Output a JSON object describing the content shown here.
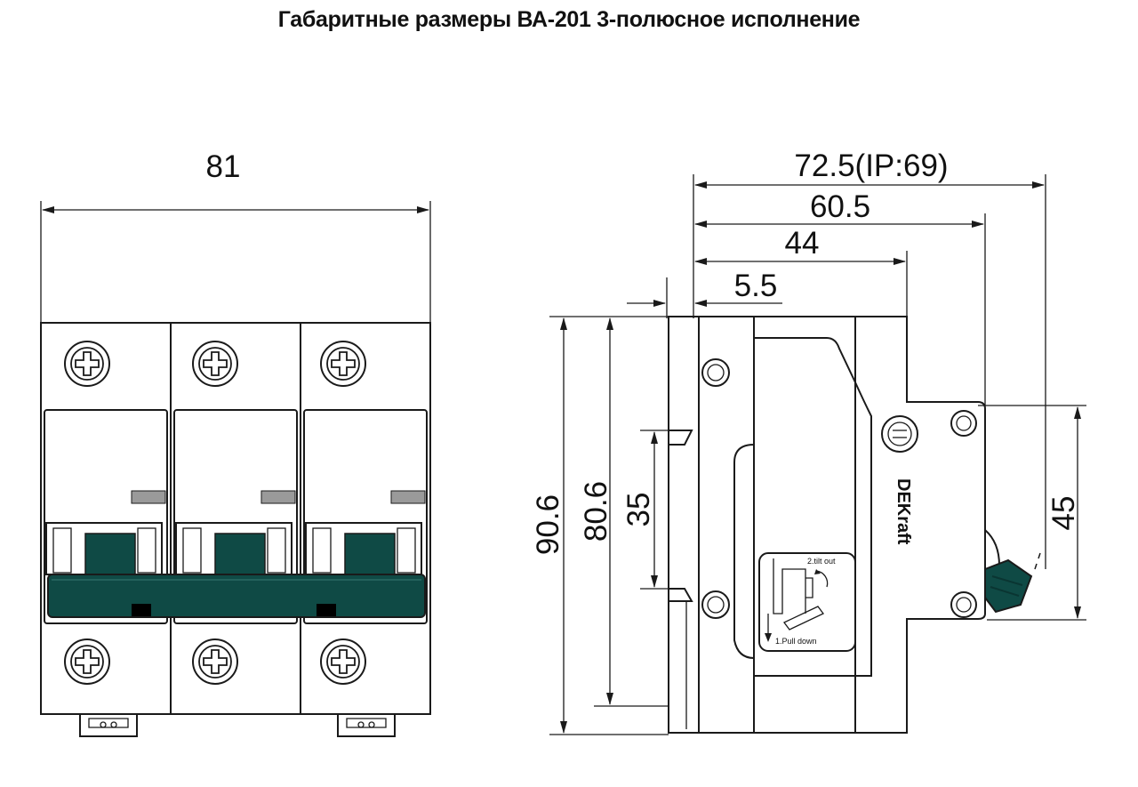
{
  "title": "Габаритные размеры ВА-201 3-полюсное исполнение",
  "front_view": {
    "width_label": "81",
    "poles": 3
  },
  "side_view": {
    "dim_total_depth": "72.5(IP:69)",
    "dim_depth_2": "60.5",
    "dim_depth_3": "44",
    "dim_depth_4": "5.5",
    "dim_height_total": "90.6",
    "dim_height_2": "80.6",
    "dim_rail": "35",
    "dim_front_height": "45",
    "brand_logo": "DEKraft",
    "instruction_1": "1.Pull down",
    "instruction_2": "2.tilt out"
  },
  "colors": {
    "handle": "#0f4a45",
    "handle_dark": "#0a3532",
    "line": "#1a1a1a",
    "indicator": "#9a9a9a"
  }
}
